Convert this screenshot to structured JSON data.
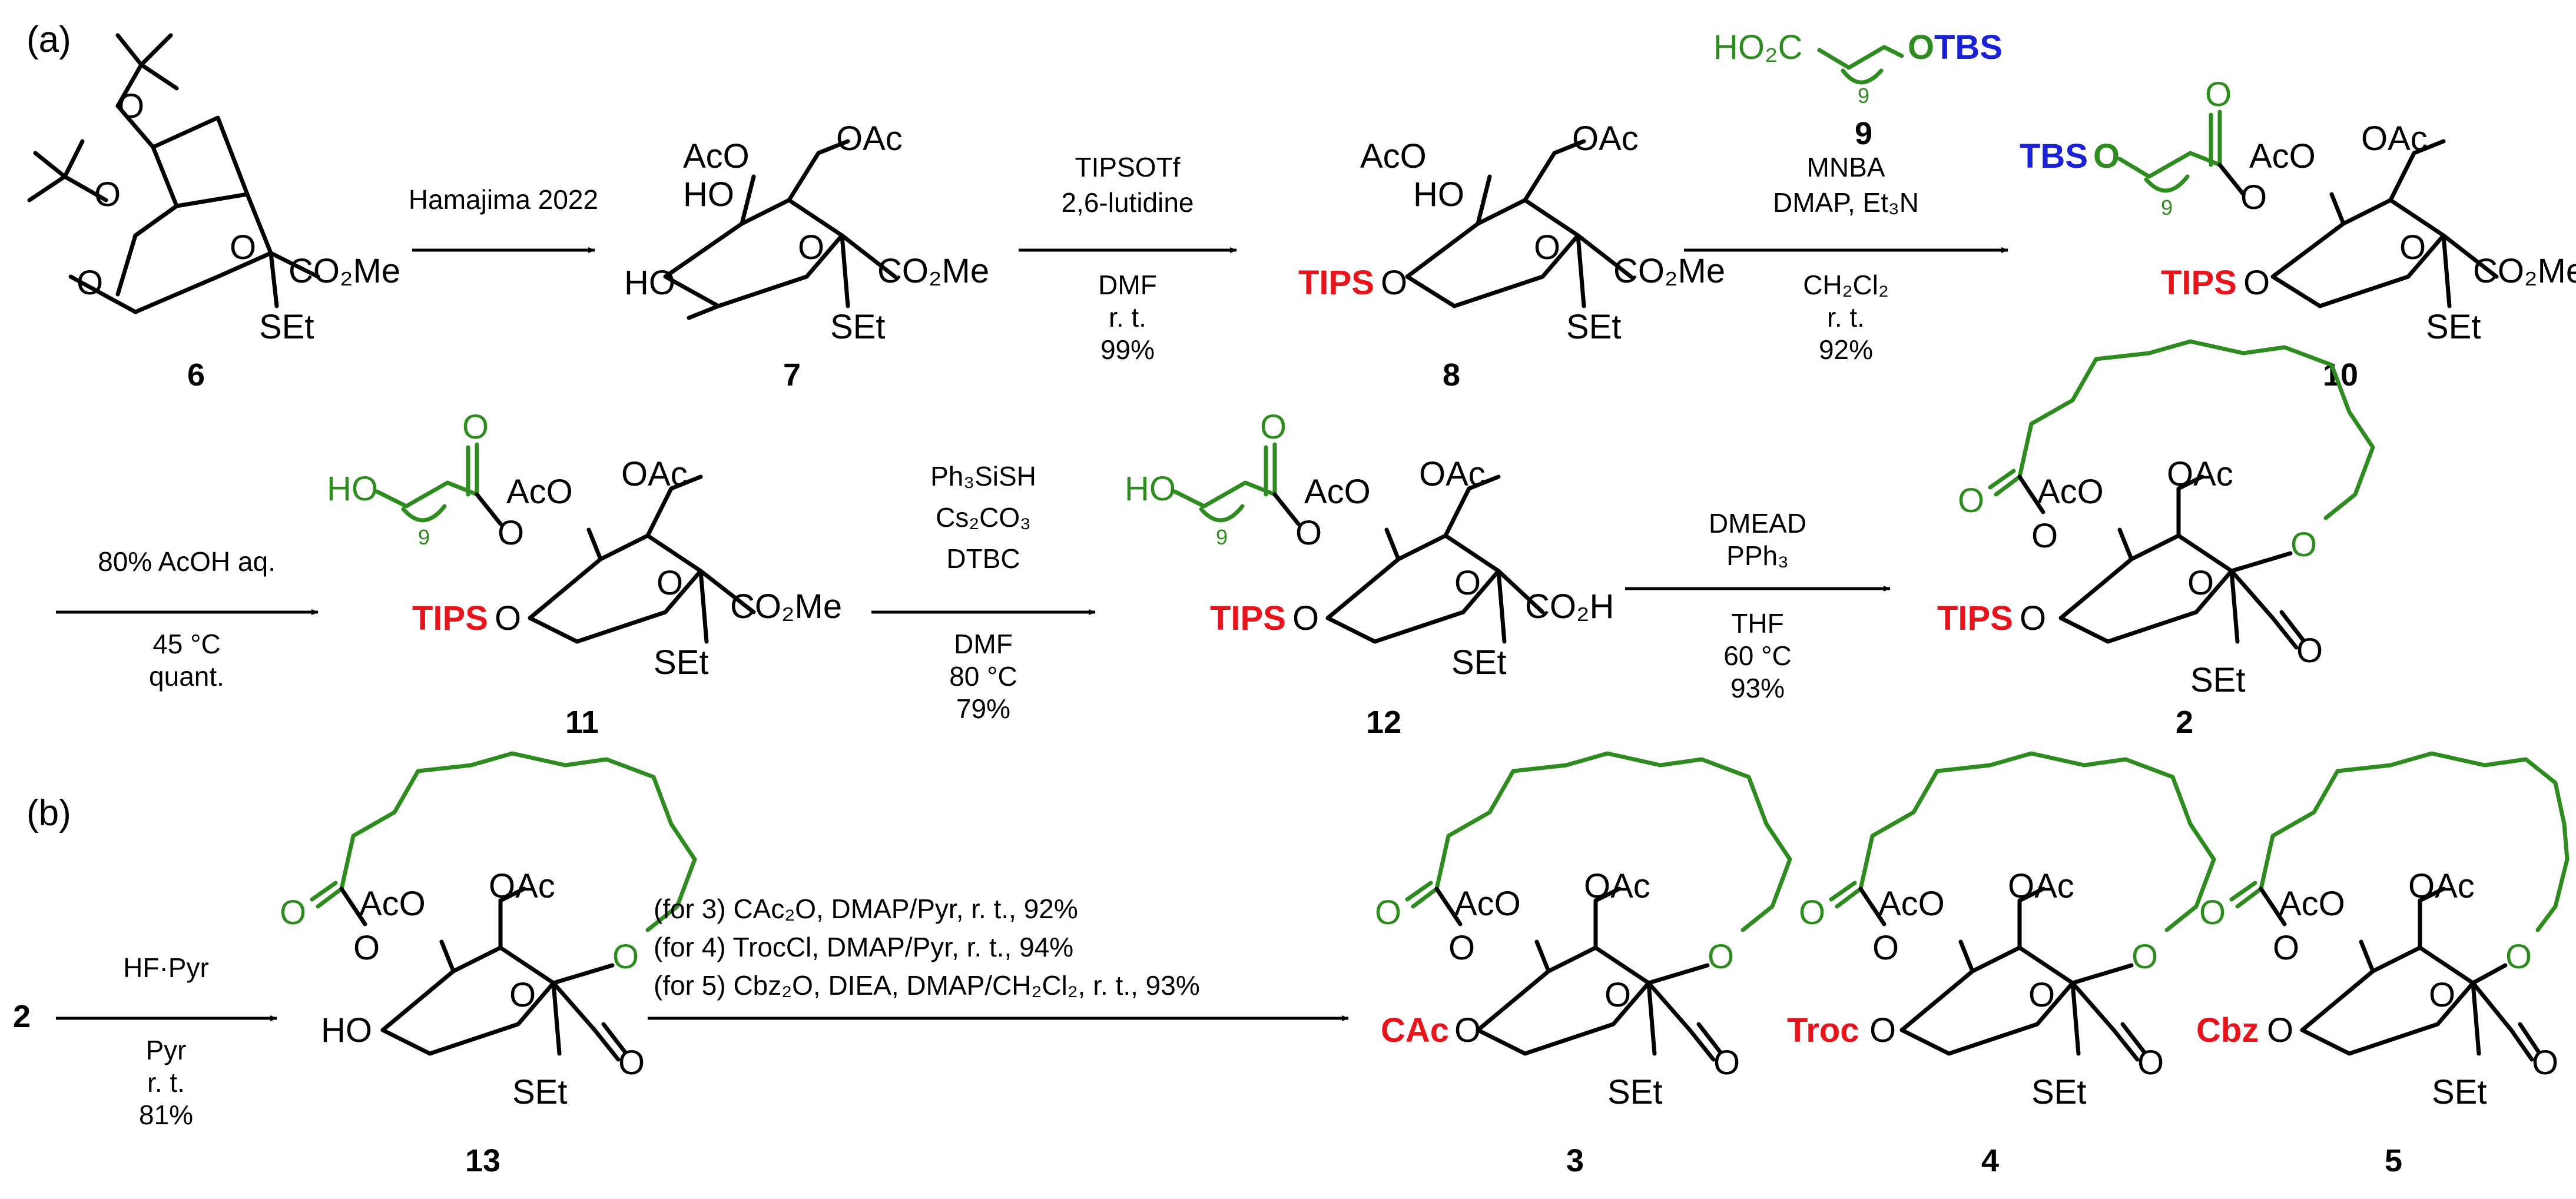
{
  "panels": {
    "a": "(a)",
    "b": "(b)"
  },
  "colors": {
    "green": "#2e8b1f",
    "red": "#e8141b",
    "blue": "#1b22d6",
    "black": "#000000"
  },
  "compounds": {
    "c6": "6",
    "c7": "7",
    "c8": "8",
    "c9": "9",
    "c10": "10",
    "c11": "11",
    "c12": "12",
    "c2": "2",
    "c13": "13",
    "c3": "3",
    "c4": "4",
    "c5": "5",
    "c2_start": "2"
  },
  "labels": {
    "ac_o": "AcO",
    "o_ac": "OAc",
    "co2me": "CO₂Me",
    "co2h": "CO₂H",
    "set": "SEt",
    "ho": "HO",
    "o": "O",
    "tips": "TIPS",
    "tbs": "TBS",
    "cac": "CAc",
    "troc": "Troc",
    "cbz": "Cbz",
    "ho2c": "HO₂C",
    "otbs": "OTBS",
    "n9": "9"
  },
  "reactions": {
    "r1": [
      "Hamajima 2022"
    ],
    "r2_above": [
      "TIPSOTf",
      "2,6-lutidine"
    ],
    "r2_below": [
      "DMF",
      "r. t.",
      "99%"
    ],
    "r3_above": [
      "MNBA",
      "DMAP,  Et₃N"
    ],
    "r3_below": [
      "CH₂Cl₂",
      "r. t.",
      "92%"
    ],
    "r4_above": [
      "80% AcOH aq."
    ],
    "r4_below": [
      "45 °C",
      "quant."
    ],
    "r5_above": [
      "Ph₃SiSH",
      "Cs₂CO₃",
      "DTBC"
    ],
    "r5_below": [
      "DMF",
      "80 °C",
      "79%"
    ],
    "r6_above": [
      "DMEAD",
      "PPh₃"
    ],
    "r6_below": [
      "THF",
      "60 °C",
      "93%"
    ],
    "r7_above": [
      "HF·Pyr"
    ],
    "r7_below": [
      "Pyr",
      "r. t.",
      "81%"
    ],
    "r8_above": [
      "(for 3) CAc₂O, DMAP/Pyr, r. t., 92%",
      "(for 4) TrocCl, DMAP/Pyr, r. t., 94%",
      "(for 5) Cbz₂O, DIEA, DMAP/CH₂Cl₂, r. t., 93%"
    ]
  }
}
